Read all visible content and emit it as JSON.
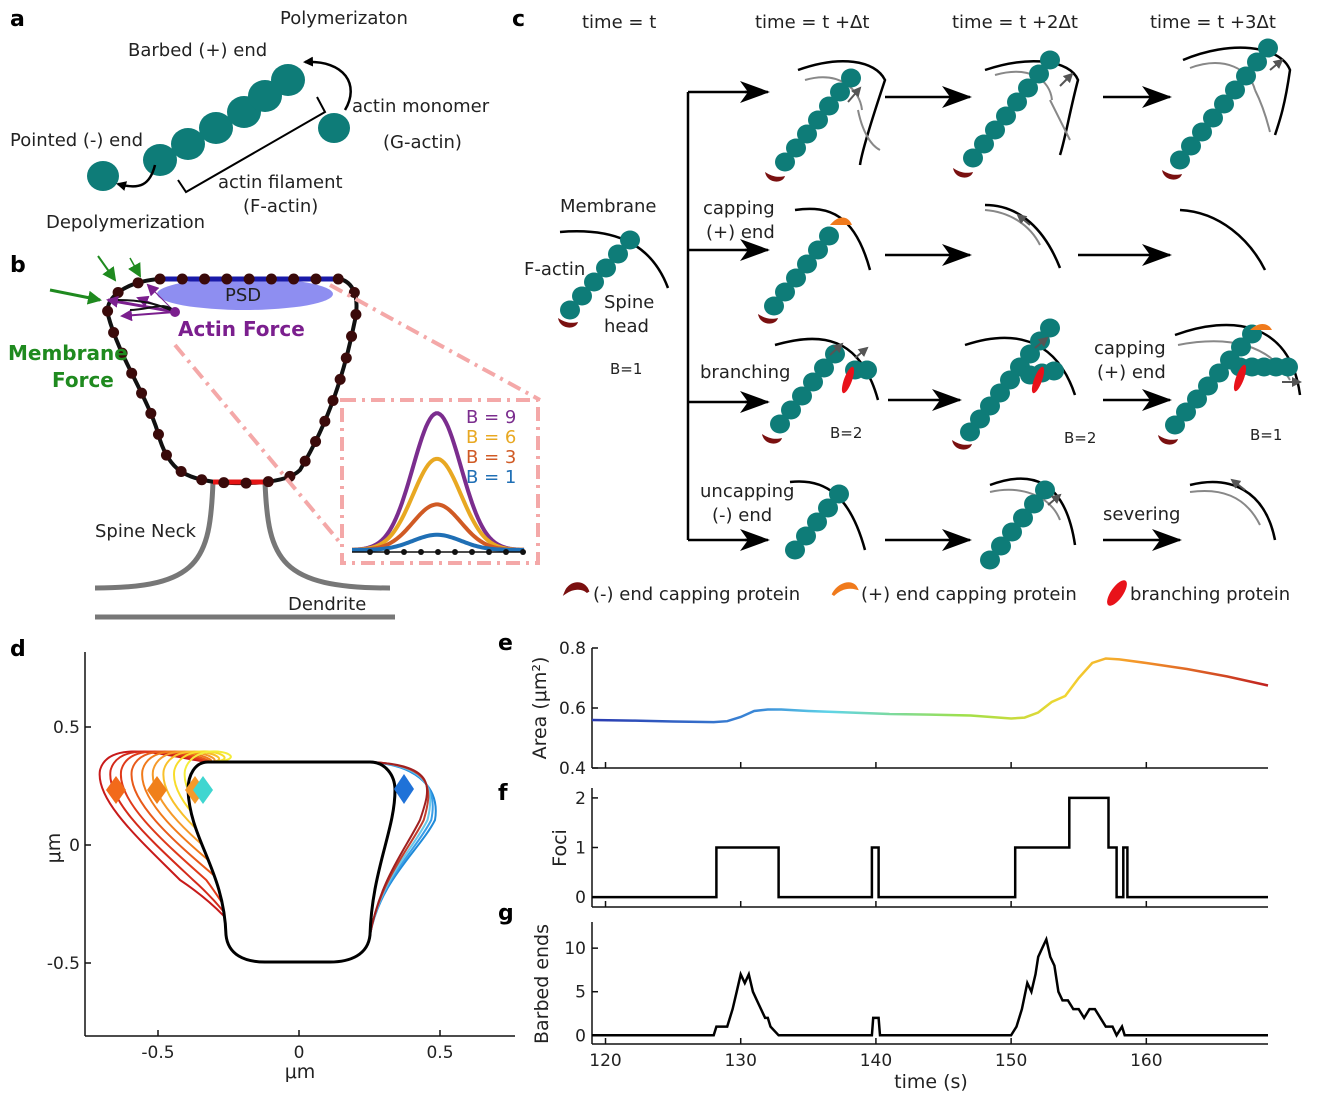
{
  "panels": {
    "a": "a",
    "b": "b",
    "c": "c",
    "d": "d",
    "e": "e",
    "f": "f",
    "g": "g"
  },
  "panel_a": {
    "polymerization": "Polymerizaton",
    "barbed_end": "Barbed (+) end",
    "actin_monomer": "actin monomer",
    "g_actin": "(G-actin)",
    "pointed_end": "Pointed (-) end",
    "actin_filament": "actin filament",
    "f_actin": "(F-actin)",
    "depolymerization": "Depolymerization"
  },
  "panel_b": {
    "psd": "PSD",
    "actin_force": "Actin Force",
    "membrane_force_1": "Membrane",
    "membrane_force_2": "Force",
    "spine_neck": "Spine Neck",
    "dendrite": "Dendrite",
    "legend": [
      {
        "label": "B = 9",
        "color": "#7b2d8e"
      },
      {
        "label": "B = 6",
        "color": "#e8a822"
      },
      {
        "label": "B = 3",
        "color": "#d05a24"
      },
      {
        "label": "B = 1",
        "color": "#1f6fb5"
      }
    ]
  },
  "panel_c": {
    "times": [
      "time = t",
      "time = t +Δt",
      "time = t +2Δt",
      "time = t +3Δt"
    ],
    "membrane": "Membrane",
    "f_actin": "F-actin",
    "spine_1": "Spine",
    "spine_2": "head",
    "b1": "B=1",
    "capping_1": "capping",
    "capping_2": "(+) end",
    "branching": "branching",
    "b2a": "B=2",
    "b2b": "B=2",
    "capping2_1": "capping",
    "capping2_2": "(+) end",
    "b1b": "B=1",
    "uncapping_1": "uncapping",
    "uncapping_2": "(-) end",
    "severing": "severing",
    "legend": [
      {
        "label": "(-) end capping protein",
        "color": "#7a1010"
      },
      {
        "label": "(+) end capping protein",
        "color": "#f07a1c"
      },
      {
        "label": "branching protein",
        "color": "#e8121a"
      }
    ]
  },
  "colors": {
    "actin": "#0e7c78",
    "psd": "#7a7aee",
    "membrane_node": "#3a0a0a",
    "neck": "#777777"
  },
  "panel_d": {
    "xlabel": "μm",
    "ylabel": "μm",
    "xticks": [
      "-0.5",
      "0",
      "0.5"
    ],
    "yticks": [
      "0.5",
      "0",
      "-0.5"
    ]
  },
  "chart_data": [
    {
      "type": "line",
      "panel": "e",
      "ylabel": "Area (μm²)",
      "xlim": [
        119,
        169
      ],
      "ylim": [
        0.4,
        0.8
      ],
      "yticks": [
        "0.8",
        "0.6",
        "0.4"
      ],
      "x": [
        119,
        122,
        125,
        128,
        129,
        130,
        131,
        132,
        133,
        135,
        138,
        141,
        144,
        147,
        150,
        151,
        152,
        153,
        154,
        155,
        156,
        157,
        158,
        160,
        163,
        166,
        169
      ],
      "values": [
        0.56,
        0.558,
        0.555,
        0.553,
        0.556,
        0.57,
        0.59,
        0.595,
        0.595,
        0.59,
        0.585,
        0.58,
        0.578,
        0.575,
        0.565,
        0.568,
        0.585,
        0.62,
        0.64,
        0.7,
        0.75,
        0.765,
        0.762,
        0.75,
        0.73,
        0.705,
        0.675
      ]
    },
    {
      "type": "line",
      "panel": "f",
      "ylabel": "Foci",
      "xlim": [
        119,
        169
      ],
      "ylim": [
        -0.2,
        2.2
      ],
      "yticks": [
        "2",
        "1",
        "0"
      ],
      "x": [
        119,
        128.2,
        128.2,
        132.8,
        132.8,
        139.7,
        139.7,
        140.2,
        140.2,
        150.3,
        150.3,
        154.3,
        154.3,
        157.2,
        157.2,
        157.8,
        157.8,
        158.3,
        158.3,
        158.6,
        158.6,
        169
      ],
      "values": [
        0,
        0,
        1,
        1,
        0,
        0,
        1,
        1,
        0,
        0,
        1,
        1,
        2,
        2,
        1,
        1,
        0,
        0,
        1,
        1,
        0,
        0
      ]
    },
    {
      "type": "line",
      "panel": "g",
      "ylabel": "Barbed ends",
      "xlabel": "time (s)",
      "xlim": [
        119,
        169
      ],
      "ylim": [
        -1,
        13
      ],
      "xticks": [
        "120",
        "130",
        "140",
        "150",
        "160"
      ],
      "yticks": [
        "10",
        "5",
        "0"
      ],
      "x": [
        119,
        128,
        128.2,
        129,
        129.4,
        129.7,
        130,
        130.3,
        130.6,
        130.9,
        131.2,
        131.5,
        131.8,
        132,
        132.2,
        132.8,
        133,
        139.7,
        139.8,
        140.2,
        140.3,
        150,
        150.4,
        150.8,
        151.2,
        151.5,
        151.8,
        152,
        152.3,
        152.6,
        152.9,
        153.2,
        153.5,
        153.8,
        154.2,
        154.6,
        155,
        155.4,
        155.8,
        156.2,
        156.6,
        157,
        157.2,
        157.5,
        157.8,
        158.2,
        158.4,
        158.6,
        169
      ],
      "values": [
        0,
        0,
        1,
        1,
        3,
        5,
        7,
        6,
        7,
        5,
        4,
        3,
        2,
        2,
        1,
        0,
        0,
        0,
        2,
        2,
        0,
        0,
        1,
        3,
        6,
        5,
        7,
        9,
        10,
        11,
        9,
        8,
        5,
        4,
        4,
        3,
        3,
        2,
        3,
        3,
        2,
        1,
        1,
        1,
        0,
        1,
        0,
        0,
        0
      ]
    }
  ]
}
